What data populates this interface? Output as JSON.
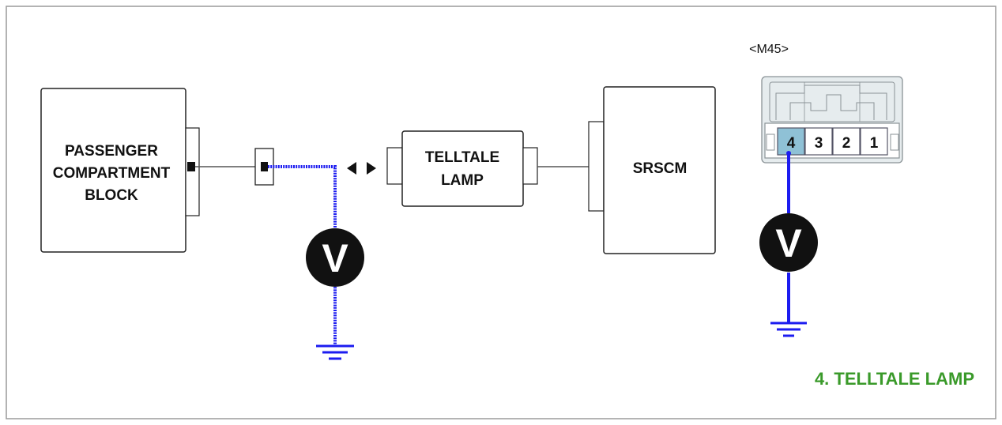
{
  "blocks": {
    "pcb": {
      "lines": [
        "PASSENGER",
        "COMPARTMENT",
        "BLOCK"
      ]
    },
    "telltale": {
      "lines": [
        "TELLTALE",
        "LAMP"
      ]
    },
    "srscm": {
      "lines": [
        "SRSCM"
      ]
    }
  },
  "connector": {
    "label": "<M45>",
    "pins": [
      "4",
      "3",
      "2",
      "1"
    ],
    "highlighted_pin": "4"
  },
  "meters": {
    "left": {
      "label": "V"
    },
    "right": {
      "label": "V"
    }
  },
  "caption": "4. TELLTALE LAMP",
  "colors": {
    "probe_wire": "#1c1cf0",
    "caption": "#3a9a2a",
    "meter": "#111111",
    "pin_highlight": "#8fc1d6",
    "connector_body": "#e6ecee"
  }
}
